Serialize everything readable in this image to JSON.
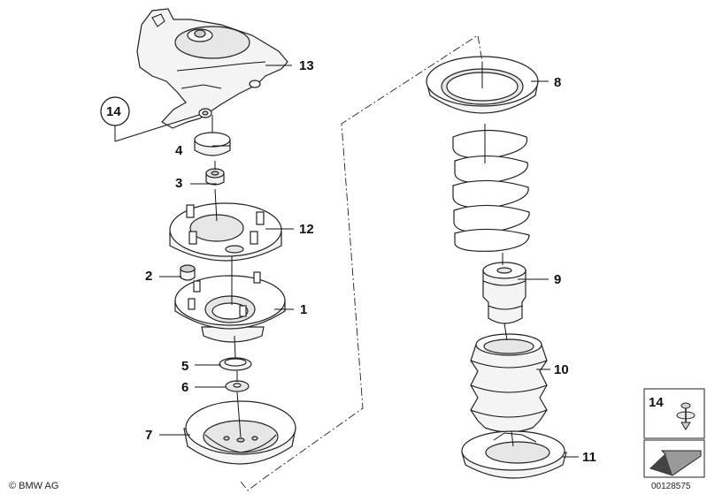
{
  "labels": {
    "p1": "1",
    "p2": "2",
    "p3": "3",
    "p4": "4",
    "p5": "5",
    "p6": "6",
    "p7": "7",
    "p8": "8",
    "p9": "9",
    "p10": "10",
    "p11": "11",
    "p12": "12",
    "p13": "13",
    "p14": "14"
  },
  "legend": {
    "number": "14",
    "icon": "clip-screw-icon",
    "arrow_icon": "direction-arrow-icon"
  },
  "footer": {
    "copyright": "© BMW AG",
    "doc_id": "00128575"
  }
}
